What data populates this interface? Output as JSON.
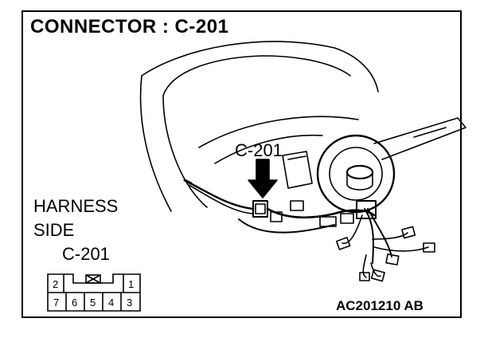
{
  "title": "CONNECTOR : C-201",
  "harness_side": {
    "line1": "HARNESS",
    "line2": "SIDE",
    "line3": "C-201"
  },
  "callout_label": "C-201",
  "figure_code": "AC201210 AB",
  "connector_pins": {
    "top_row": [
      "2",
      "1"
    ],
    "bottom_row": [
      "7",
      "6",
      "5",
      "4",
      "3"
    ]
  },
  "colors": {
    "line": "#000000",
    "background": "#ffffff"
  }
}
